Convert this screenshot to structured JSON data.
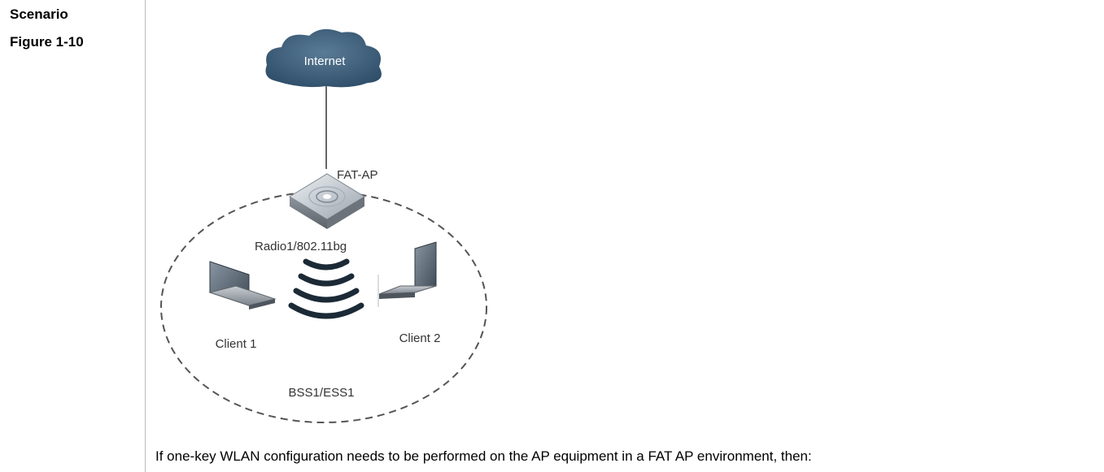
{
  "labels": {
    "scenario": "Scenario",
    "figure": "Figure 1-10"
  },
  "diagram": {
    "internet": "Internet",
    "ap": "FAT-AP",
    "radio": "Radio1/802.11bg",
    "client1": "Client 1",
    "client2": "Client 2",
    "bss": "BSS1/ESS1"
  },
  "body_text": "If one-key WLAN configuration needs to be performed on the AP equipment in a FAT AP environment, then:"
}
